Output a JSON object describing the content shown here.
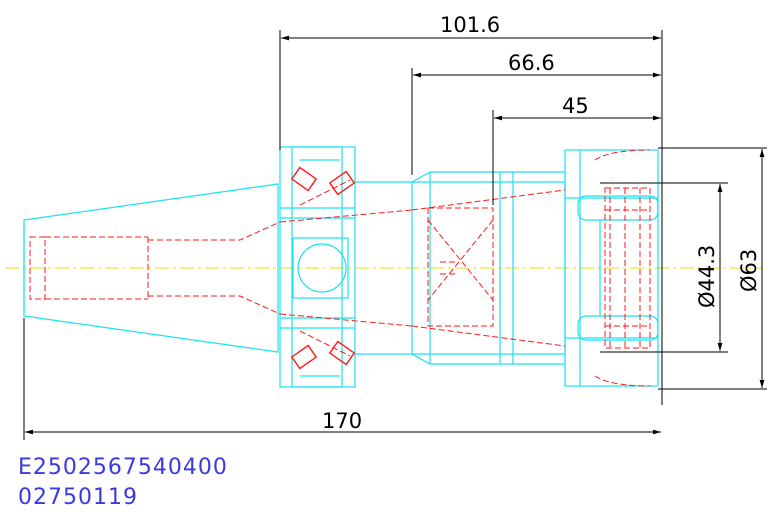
{
  "drawing": {
    "dimensions": {
      "overall_length": "170",
      "length_a": "101.6",
      "length_b": "66.6",
      "length_c": "45",
      "diameter_a": "Ø44.3",
      "diameter_b": "Ø63"
    },
    "codes": {
      "line1": "E2502567540400",
      "line2": "02750119"
    },
    "colors": {
      "outline": "#19e3ef",
      "hidden": "#ff1a1a",
      "centerline": "#e8e000",
      "dimension": "#000000",
      "code_text": "#3a3adf"
    }
  }
}
